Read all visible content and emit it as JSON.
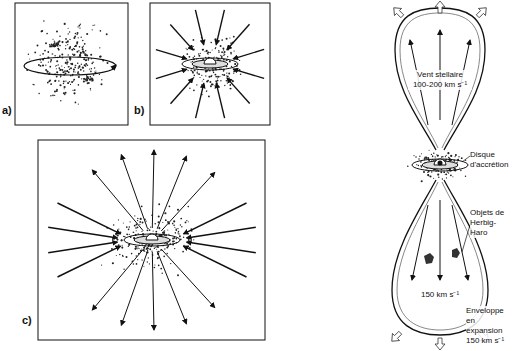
{
  "diagram": {
    "labels": [
      "a)",
      "b)",
      "c)",
      "Vent stellaire 100-200 km s⁻¹",
      "Disque d'accrétion",
      "Objets de Herbig-Haro",
      "150 km s⁻¹",
      "Enveloppe en expansion 150 km s⁻¹"
    ]
  }
}
